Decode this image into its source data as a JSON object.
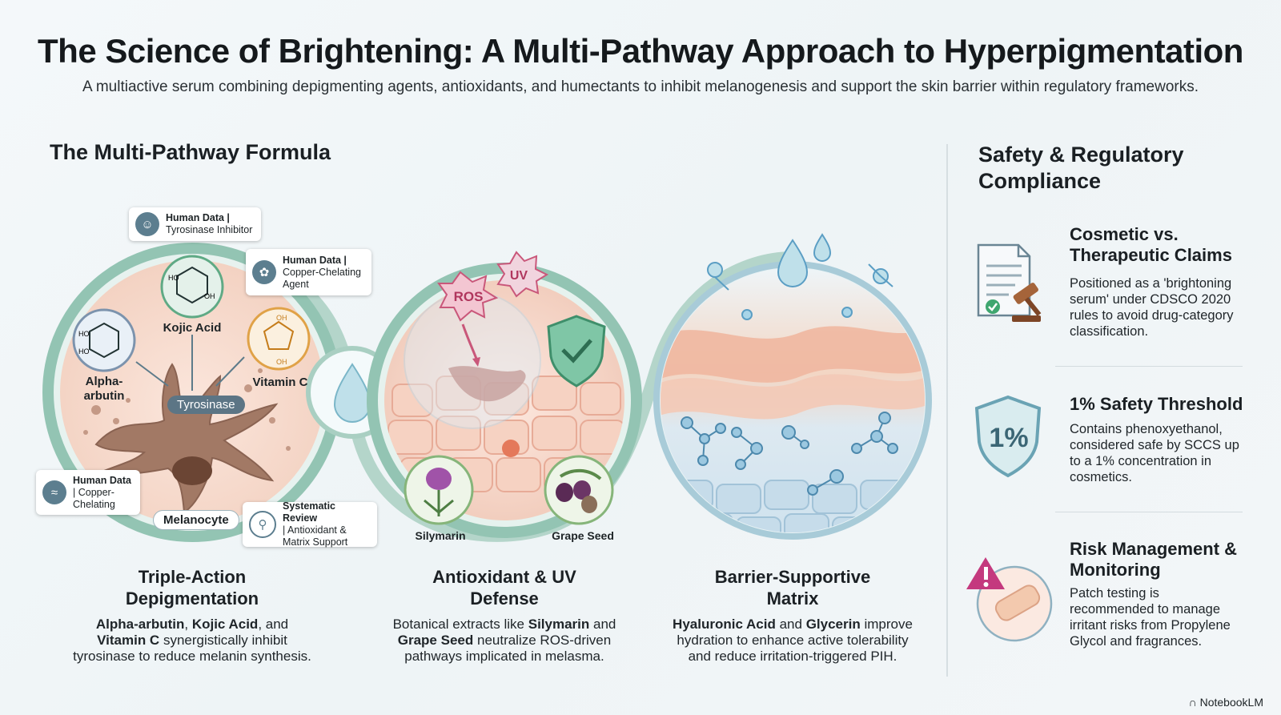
{
  "header": {
    "title": "The Science of Brightening: A Multi-Pathway Approach to Hyperpigmentation",
    "subtitle": "A multiactive serum combining depigmenting agents, antioxidants, and humectants to inhibit melanogenesis and support the skin barrier within regulatory frameworks."
  },
  "left": {
    "heading": "The Multi-Pathway Formula",
    "callouts": [
      {
        "title": "Human Data |",
        "text": "Tyrosinase Inhibitor"
      },
      {
        "title": "Human Data |",
        "text": "Copper-Chelating Agent"
      },
      {
        "title": "Human Data",
        "text": "| Copper-Chelating"
      },
      {
        "title": "Systematic Review",
        "text": "| Antioxidant & Matrix Support"
      }
    ],
    "molecules": {
      "kojic": "Kojic Acid",
      "arbutin": "Alpha-arbutin",
      "vitc": "Vitamin C",
      "tyrosinase": "Tyrosinase",
      "melanocyte": "Melanocyte"
    },
    "atoms": {
      "ho": "HO",
      "oh": "OH"
    },
    "defense": {
      "ros": "ROS",
      "uv": "UV",
      "silymarin": "Silymarin",
      "grape": "Grape Seed"
    },
    "columns": [
      {
        "heading": "Triple-Action Depigmentation",
        "b1": "Alpha-arbutin",
        "t1": ",",
        "b2": "Kojic Acid",
        "t2": ", and",
        "b3": "Vitamin C",
        "t3": "synergistically inhibit tyrosinase to reduce melanin synthesis."
      },
      {
        "heading": "Antioxidant & UV Defense",
        "t0": "Botanical extracts like",
        "b1": "Silymarin",
        "t1": "and",
        "b2": "Grape Seed",
        "t2": "neutralize ROS-driven pathways implicated in melasma."
      },
      {
        "heading": "Barrier-Supportive Matrix",
        "b1": "Hyaluronic Acid",
        "t1": "and",
        "b2": "Glycerin",
        "t2": "improve hydration to enhance active tolerability and reduce irritation-triggered PIH."
      }
    ]
  },
  "right": {
    "heading": "Safety & Regulatory Compliance",
    "items": [
      {
        "heading": "Cosmetic vs. Therapeutic Claims",
        "text": "Positioned as a 'brightoning serum' under CDSCO 2020 rules to avoid drug-category classification.",
        "icon": "document-gavel-icon"
      },
      {
        "heading": "1% Safety Threshold",
        "badge": "1%",
        "text": "Contains phenoxyethanol, considered safe by SCCS up to a 1% concentration in cosmetics.",
        "icon": "shield-icon"
      },
      {
        "heading": "Risk Management & Monitoring",
        "text": "Patch testing is recommended to manage irritant risks from Propylene Glycol and fragrances.",
        "icon": "warning-bandage-icon"
      }
    ]
  },
  "footer": {
    "brand": "NotebookLM"
  },
  "colors": {
    "accent_green": "#7fb5a2",
    "teal_ring": "#a7cfc3",
    "ros_pink": "#e9a3b9",
    "tyrosinase_pill": "#5c7585"
  }
}
